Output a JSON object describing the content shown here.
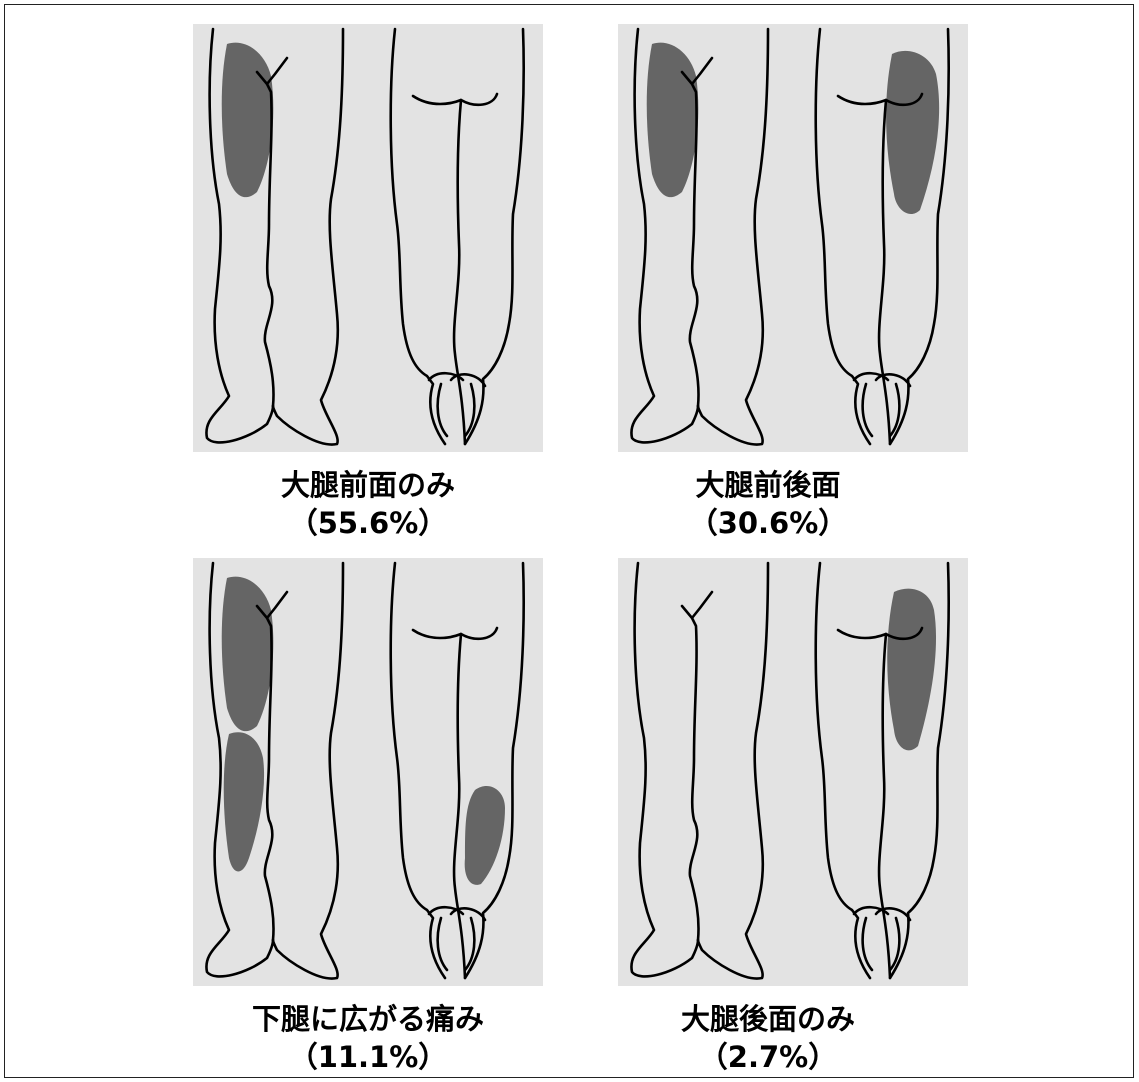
{
  "panels": [
    {
      "id": "thigh-anterior-only",
      "title": "大腿前面のみ",
      "percent": "（55.6%）",
      "shading": [
        "front-thigh"
      ]
    },
    {
      "id": "thigh-anterior-posterior",
      "title": "大腿前後面",
      "percent": "（30.6%）",
      "shading": [
        "front-thigh",
        "back-thigh"
      ]
    },
    {
      "id": "spreading-to-lower-leg",
      "title": "下腿に広がる痛み",
      "percent": "（11.1%）",
      "shading": [
        "front-thigh",
        "front-shin",
        "back-calf"
      ]
    },
    {
      "id": "thigh-posterior-only",
      "title": "大腿後面のみ",
      "percent": "（2.7%）",
      "shading": [
        "back-thigh-small"
      ]
    }
  ],
  "colors": {
    "panel_bg": "#e3e3e3",
    "shade": "#5a5a5a",
    "outline": "#000000"
  }
}
